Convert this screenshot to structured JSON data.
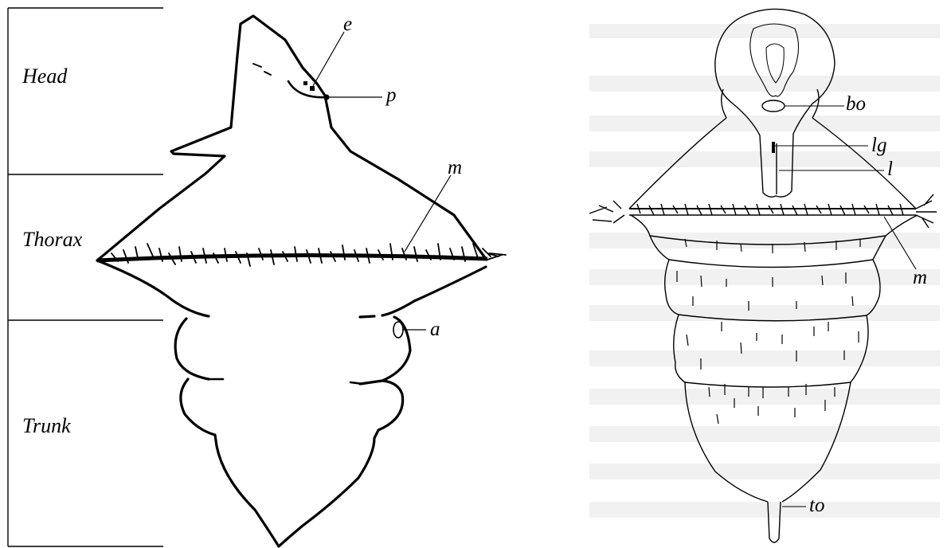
{
  "figure": {
    "left_panel": {
      "regions": [
        "Head",
        "Thorax",
        "Trunk"
      ],
      "labels": {
        "e": "e",
        "p": "p",
        "m": "m",
        "a": "a"
      }
    },
    "right_panel": {
      "labels": {
        "bo": "bo",
        "lg": "lg",
        "l": "l",
        "m": "m",
        "to": "to"
      }
    },
    "colors": {
      "ink": "#000000",
      "background": "#ffffff"
    }
  }
}
